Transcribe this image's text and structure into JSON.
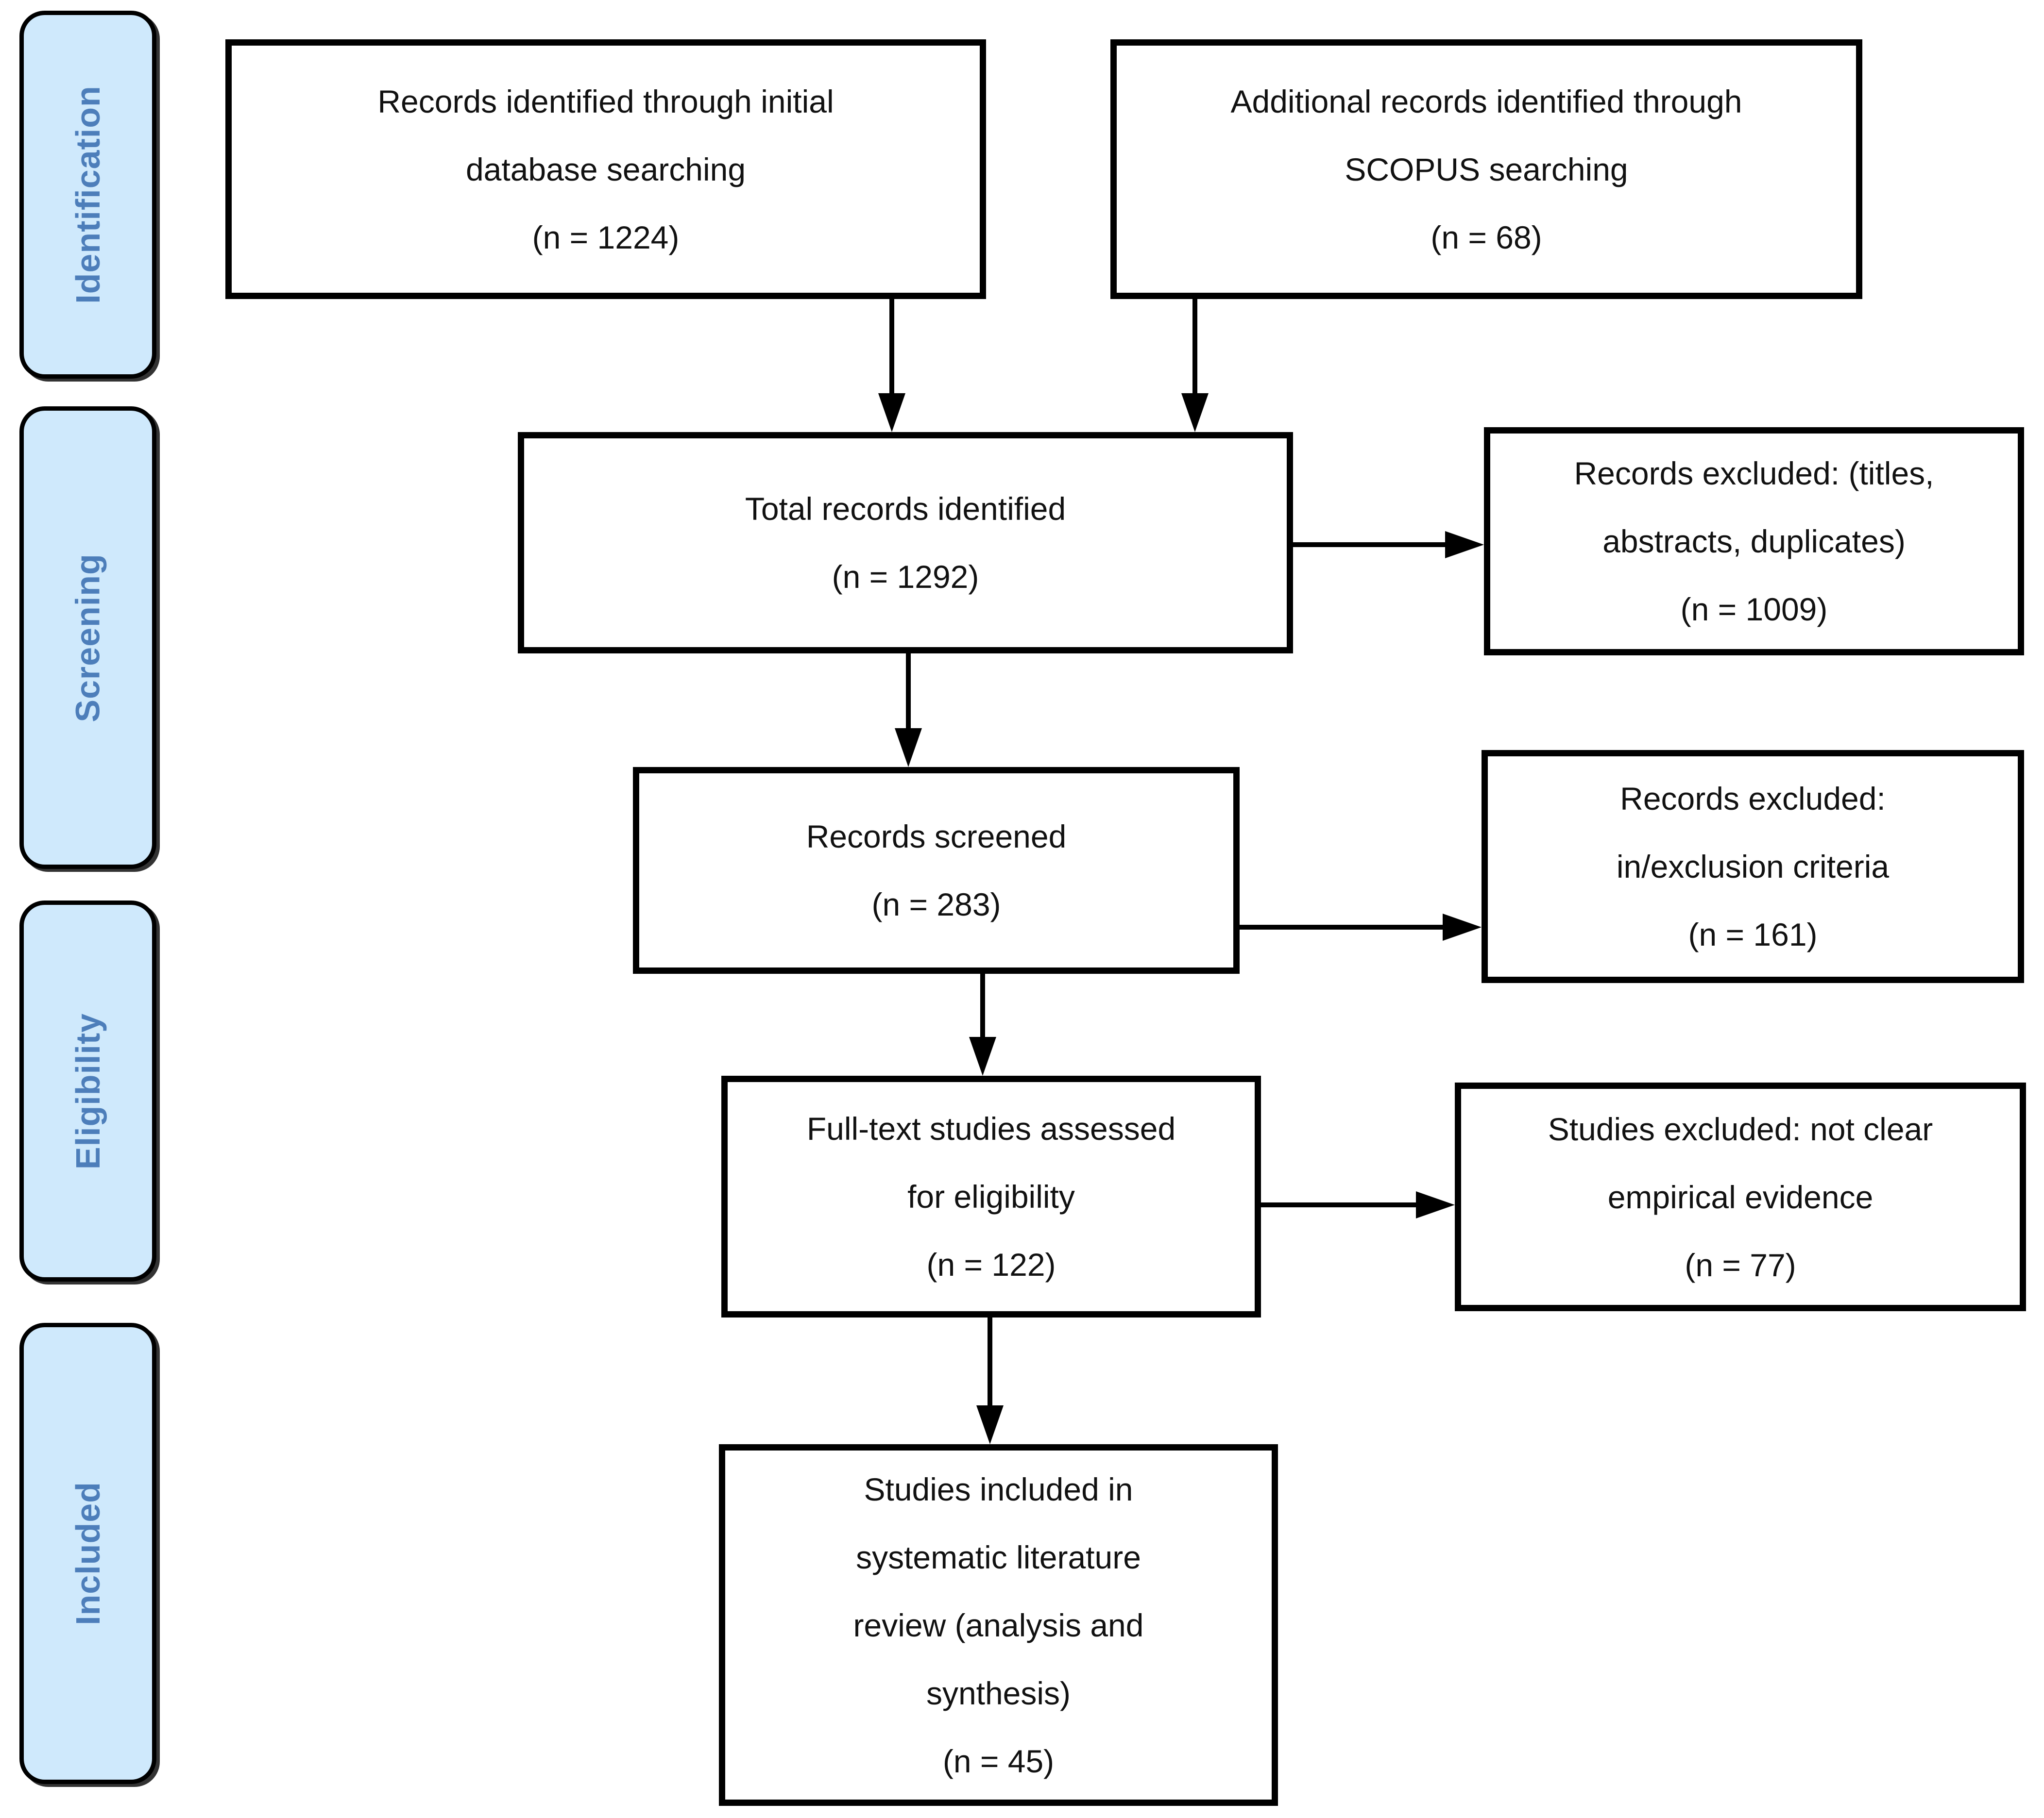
{
  "colors": {
    "sidebar_fill": "#cfe9fc",
    "sidebar_label": "#4d7eba",
    "box_border": "#000000",
    "box_background": "#ffffff",
    "connector": "#000000"
  },
  "sidebar": {
    "stages": [
      {
        "label": "Identification"
      },
      {
        "label": "Screening"
      },
      {
        "label": "Eligibility"
      },
      {
        "label": "Included"
      }
    ]
  },
  "flow": {
    "boxes": [
      {
        "id": "records-initial",
        "lines": [
          "Records identified through initial",
          "database searching",
          "(n = 1224)"
        ]
      },
      {
        "id": "records-scopus",
        "lines": [
          "Additional records identified through",
          "SCOPUS searching",
          "(n = 68)"
        ]
      },
      {
        "id": "records-total",
        "lines": [
          "Total records identified",
          "(n = 1292)"
        ]
      },
      {
        "id": "excluded-titles",
        "lines": [
          "Records excluded: (titles,",
          "abstracts, duplicates)",
          "(n = 1009)"
        ]
      },
      {
        "id": "records-screened",
        "lines": [
          "Records screened",
          "(n = 283)"
        ]
      },
      {
        "id": "excluded-criteria",
        "lines": [
          "Records excluded:",
          "in/exclusion criteria",
          "(n = 161)"
        ]
      },
      {
        "id": "fulltext-assessed",
        "lines": [
          "Full-text studies assessed",
          "for eligibility",
          "(n = 122)"
        ]
      },
      {
        "id": "excluded-empirical",
        "lines": [
          "Studies excluded: not clear",
          "empirical evidence",
          "(n = 77)"
        ]
      },
      {
        "id": "studies-included",
        "lines": [
          "Studies included in",
          "systematic literature",
          "review (analysis and",
          "synthesis)",
          "(n = 45)"
        ]
      }
    ]
  },
  "connections": [
    {
      "from": "records-initial",
      "to": "records-total"
    },
    {
      "from": "records-scopus",
      "to": "records-total"
    },
    {
      "from": "records-total",
      "to": "excluded-titles"
    },
    {
      "from": "records-total",
      "to": "records-screened"
    },
    {
      "from": "records-screened",
      "to": "excluded-criteria"
    },
    {
      "from": "records-screened",
      "to": "fulltext-assessed"
    },
    {
      "from": "fulltext-assessed",
      "to": "excluded-empirical"
    },
    {
      "from": "fulltext-assessed",
      "to": "studies-included"
    }
  ]
}
